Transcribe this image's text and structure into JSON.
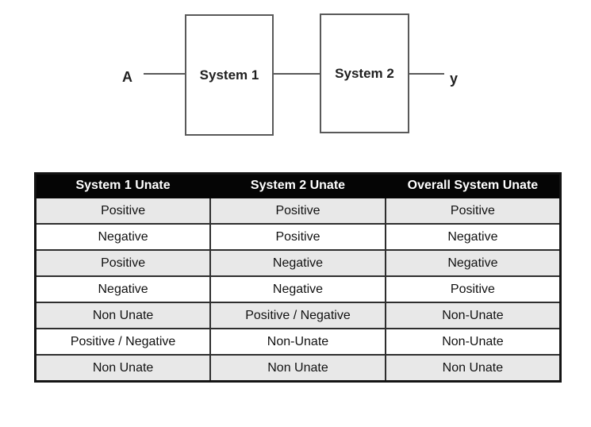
{
  "diagram": {
    "input_label": "A",
    "box1_label": "System 1",
    "box2_label": "System 2",
    "output_label": "y"
  },
  "table": {
    "headers": [
      "System 1 Unate",
      "System 2 Unate",
      "Overall System Unate"
    ],
    "rows": [
      {
        "cells": [
          "Positive",
          "Positive",
          "Positive"
        ]
      },
      {
        "cells": [
          "Negative",
          "Positive",
          "Negative"
        ]
      },
      {
        "cells": [
          "Positive",
          "Negative",
          "Negative"
        ]
      },
      {
        "cells": [
          "Negative",
          "Negative",
          "Positive"
        ]
      },
      {
        "cells": [
          "Non Unate",
          "Positive / Negative",
          "Non-Unate"
        ]
      },
      {
        "cells": [
          "Positive / Negative",
          "Non-Unate",
          "Non-Unate"
        ]
      },
      {
        "cells": [
          "Non Unate",
          "Non Unate",
          "Non Unate"
        ]
      }
    ]
  },
  "colors": {
    "header_bg": "#050505",
    "header_text": "#ffffff",
    "row_alt_bg": "#e8e8e8",
    "cell_border": "#2e2e2e",
    "diagram_line": "#595959"
  }
}
